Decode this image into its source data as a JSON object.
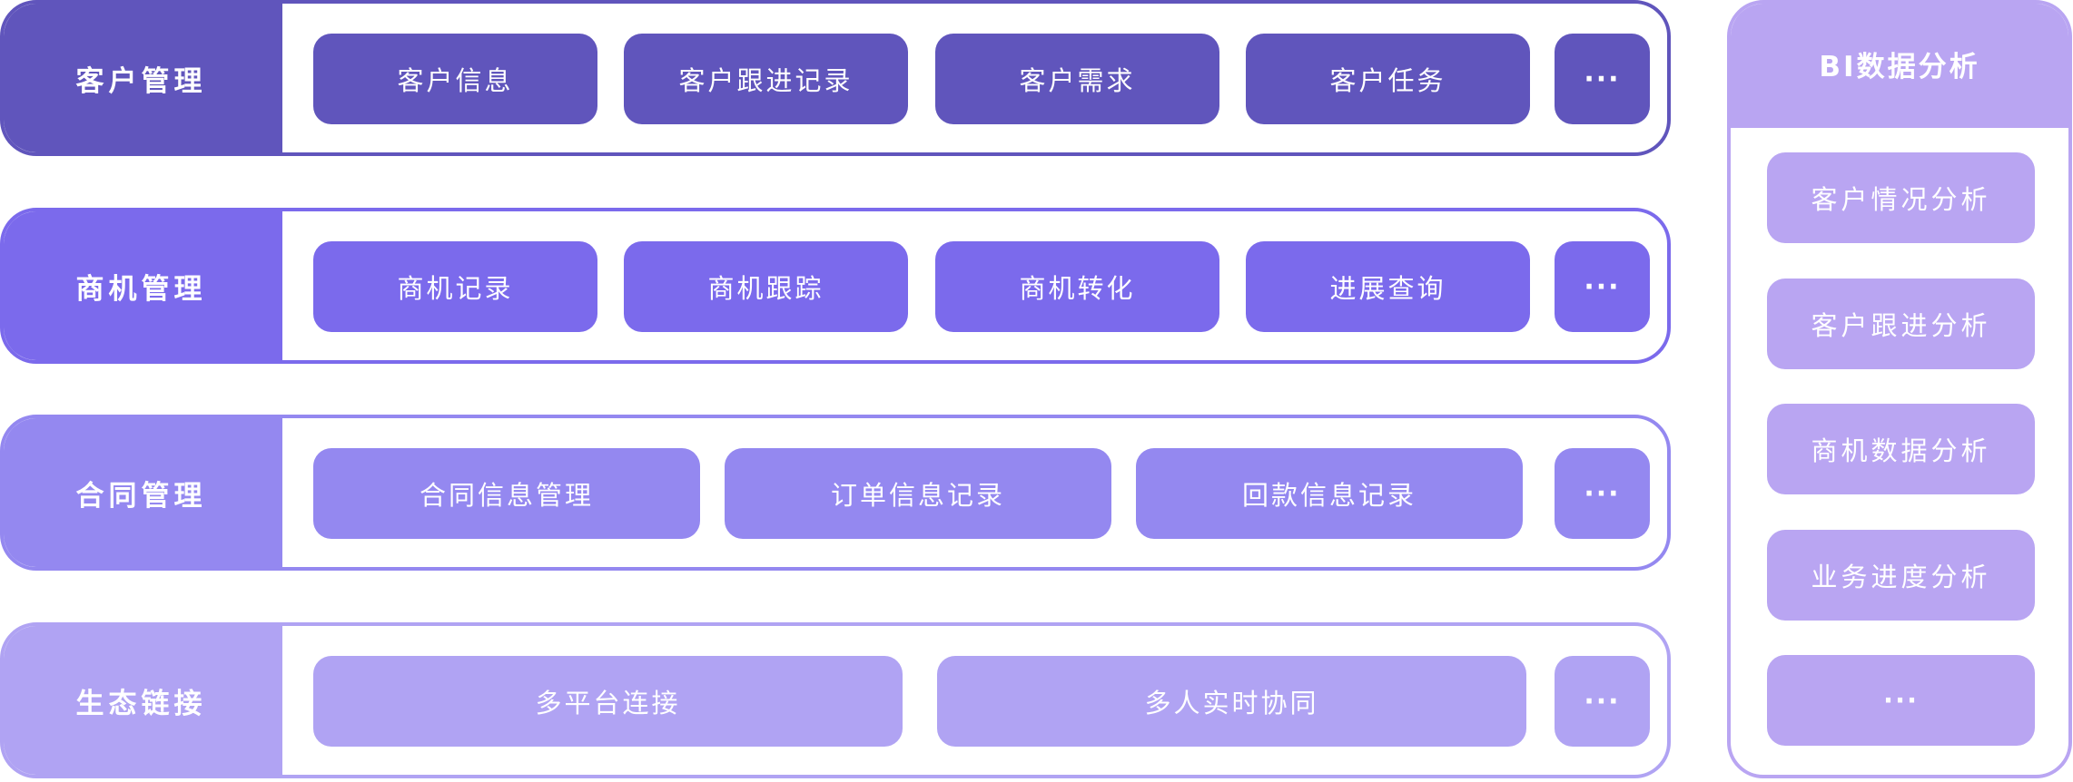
{
  "colors": {
    "row1": "#6055BC",
    "row2": "#7B6AEC",
    "row3": "#9488F0",
    "row4": "#B0A3F3",
    "bi": "#B9A5F2"
  },
  "rows": [
    {
      "label": "客户管理",
      "buttons": [
        "客户信息",
        "客户跟进记录",
        "客户需求",
        "客户任务"
      ],
      "more": "···"
    },
    {
      "label": "商机管理",
      "buttons": [
        "商机记录",
        "商机跟踪",
        "商机转化",
        "进展查询"
      ],
      "more": "···"
    },
    {
      "label": "合同管理",
      "buttons": [
        "合同信息管理",
        "订单信息记录",
        "回款信息记录"
      ],
      "more": "···"
    },
    {
      "label": "生态链接",
      "buttons": [
        "多平台连接",
        "多人实时协同"
      ],
      "more": "···"
    }
  ],
  "bi_panel": {
    "title": "BI数据分析",
    "items": [
      "客户情况分析",
      "客户跟进分析",
      "商机数据分析",
      "业务进度分析"
    ],
    "more": "···"
  }
}
